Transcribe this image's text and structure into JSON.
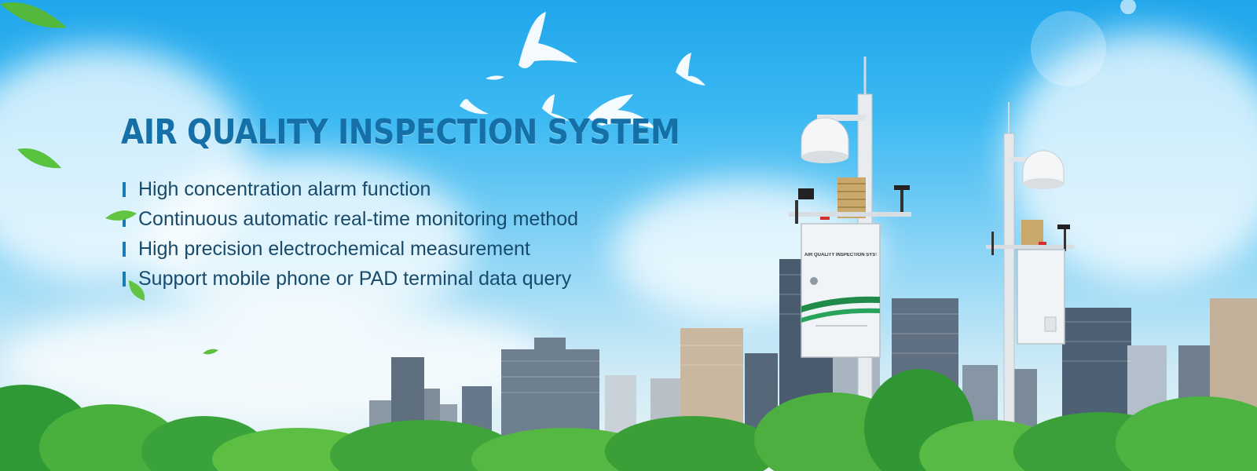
{
  "banner": {
    "title": "AIR QUALITY INSPECTION SYSTEM",
    "features": [
      "High concentration alarm function",
      "Continuous automatic real-time monitoring method",
      "High precision electrochemical measurement",
      "Support mobile phone or PAD terminal data query"
    ],
    "device_label": "AIR QUALITY INSPECTION SYSTEM",
    "colors": {
      "title": "#1670a8",
      "feature_text": "#174a6b",
      "accent_bar": "#1a7bb5",
      "device_stripe": "#1f8a4a"
    }
  }
}
